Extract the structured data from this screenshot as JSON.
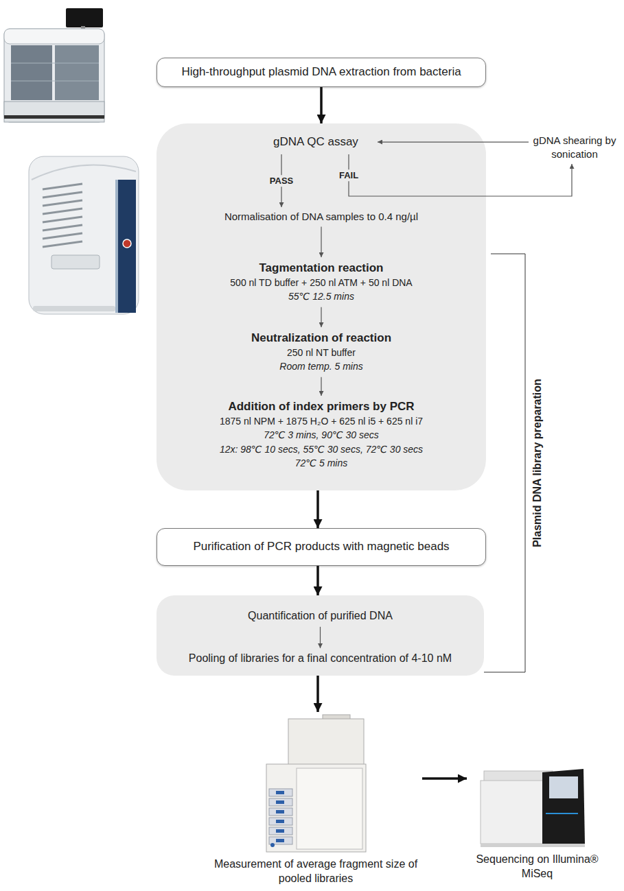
{
  "diagram": {
    "nodes": [
      {
        "text": [
          "High-throughput plasmid DNA extraction from bacteria"
        ]
      },
      {
        "text": []
      },
      {
        "text": [
          "gDNA QC assay"
        ],
        "in": 1
      },
      {
        "text": [
          "Normalisation of DNA samples to 0.4 ng/µl"
        ],
        "in": 1
      },
      {
        "text": [
          "Tagmentation reaction",
          "500 nl TD buffer + 250 nl ATM + 50 nl DNA",
          "55℃ 12.5 mins"
        ],
        "in": 1
      },
      {
        "text": [
          "Neutralization of reaction",
          "250 nl NT buffer",
          "Room temp. 5 mins"
        ],
        "in": 1
      },
      {
        "text": [
          "Addition of index primers by PCR",
          "1875 nl NPM + 1875 H₂O + 625 nl i5 + 625 nl i7",
          "72℃ 3 mins, 90℃ 30 secs",
          "12x: 98℃ 10 secs, 55℃ 30 secs, 72℃ 30 secs",
          "72℃ 5 mins"
        ],
        "in": 1
      },
      {
        "text": [
          "gDNA shearing by sonication"
        ]
      },
      {
        "text": [
          "Purification of PCR products with magnetic beads"
        ]
      },
      {
        "text": []
      },
      {
        "text": [
          "Quantification of purified DNA"
        ],
        "in": 9
      },
      {
        "text": [
          "Pooling of libraries for a final concentration of 4-10 nM"
        ],
        "in": 9
      },
      {
        "text": [
          "Measurement of average fragment size of pooled libraries"
        ]
      },
      {
        "text": [
          "Sequencing on Illumina® MiSeq"
        ]
      }
    ],
    "edges": [
      {
        "from": 0,
        "to": 1,
        "arrow": "to"
      },
      {
        "from": 2,
        "to": 3,
        "label": "PASS",
        "arrow": "to"
      },
      {
        "from": 2,
        "to": 7,
        "label": "FAIL",
        "arrow": "to"
      },
      {
        "from": 7,
        "to": 2,
        "arrow": "to"
      },
      {
        "from": 3,
        "to": 4,
        "arrow": "to"
      },
      {
        "from": 4,
        "to": 5,
        "arrow": "to"
      },
      {
        "from": 5,
        "to": 6,
        "arrow": "to"
      },
      {
        "from": 1,
        "to": 8,
        "arrow": "to"
      },
      {
        "from": 8,
        "to": 9,
        "arrow": "to"
      },
      {
        "from": 10,
        "to": 11,
        "arrow": "to"
      },
      {
        "from": 9,
        "to": 12,
        "arrow": "to"
      },
      {
        "from": 12,
        "to": 13,
        "arrow": "to"
      }
    ],
    "labels": [
      "Plasmid DNA library preparation"
    ]
  }
}
